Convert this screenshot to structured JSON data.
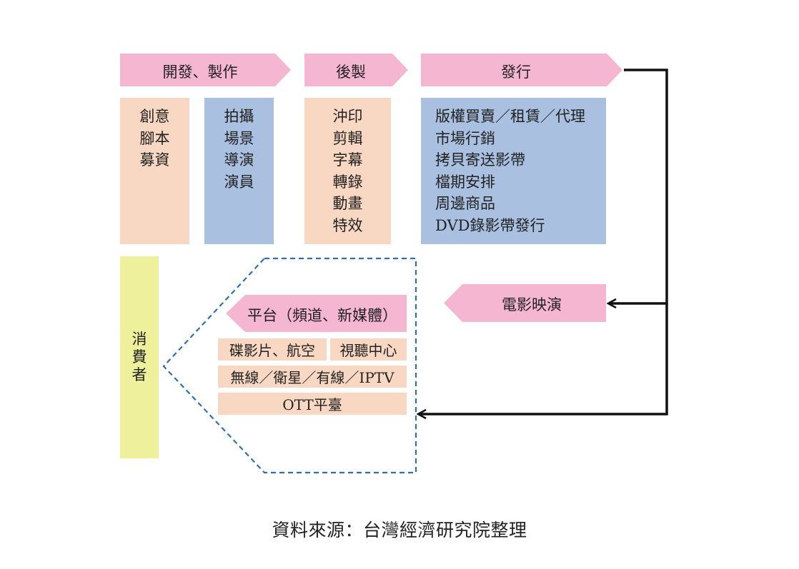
{
  "stages": {
    "dev": "開發、製作",
    "post": "後製",
    "dist": "發行",
    "screening": "電影映演",
    "platform": "平台（頻道、新媒體）",
    "consumer": [
      "消",
      "費",
      "者"
    ]
  },
  "dev_col1": [
    "創意",
    "腳本",
    "募資"
  ],
  "dev_col2": [
    "拍攝",
    "場景",
    "導演",
    "演員"
  ],
  "post_col": [
    "沖印",
    "剪輯",
    "字幕",
    "轉錄",
    "動畫",
    "特效"
  ],
  "dist_col": [
    "版權買賣／租賃／代理",
    "市場行銷",
    "拷貝寄送影帶",
    "檔期安排",
    "周邊商品",
    "DVD錄影帶發行"
  ],
  "platform_cells": {
    "disc": "碟影片、航空",
    "av": "視聽中心",
    "broadcast": "無線／衛星／有線／IPTV",
    "ott": "OTT平臺"
  },
  "source": "資料來源：台灣經濟研究院整理",
  "colors": {
    "pink": "#f5b6d2",
    "peach": "#f9d8c3",
    "blue": "#aac0e0",
    "yellow": "#eef09c",
    "dashed": "#2f6fb0",
    "connector": "#111111"
  }
}
